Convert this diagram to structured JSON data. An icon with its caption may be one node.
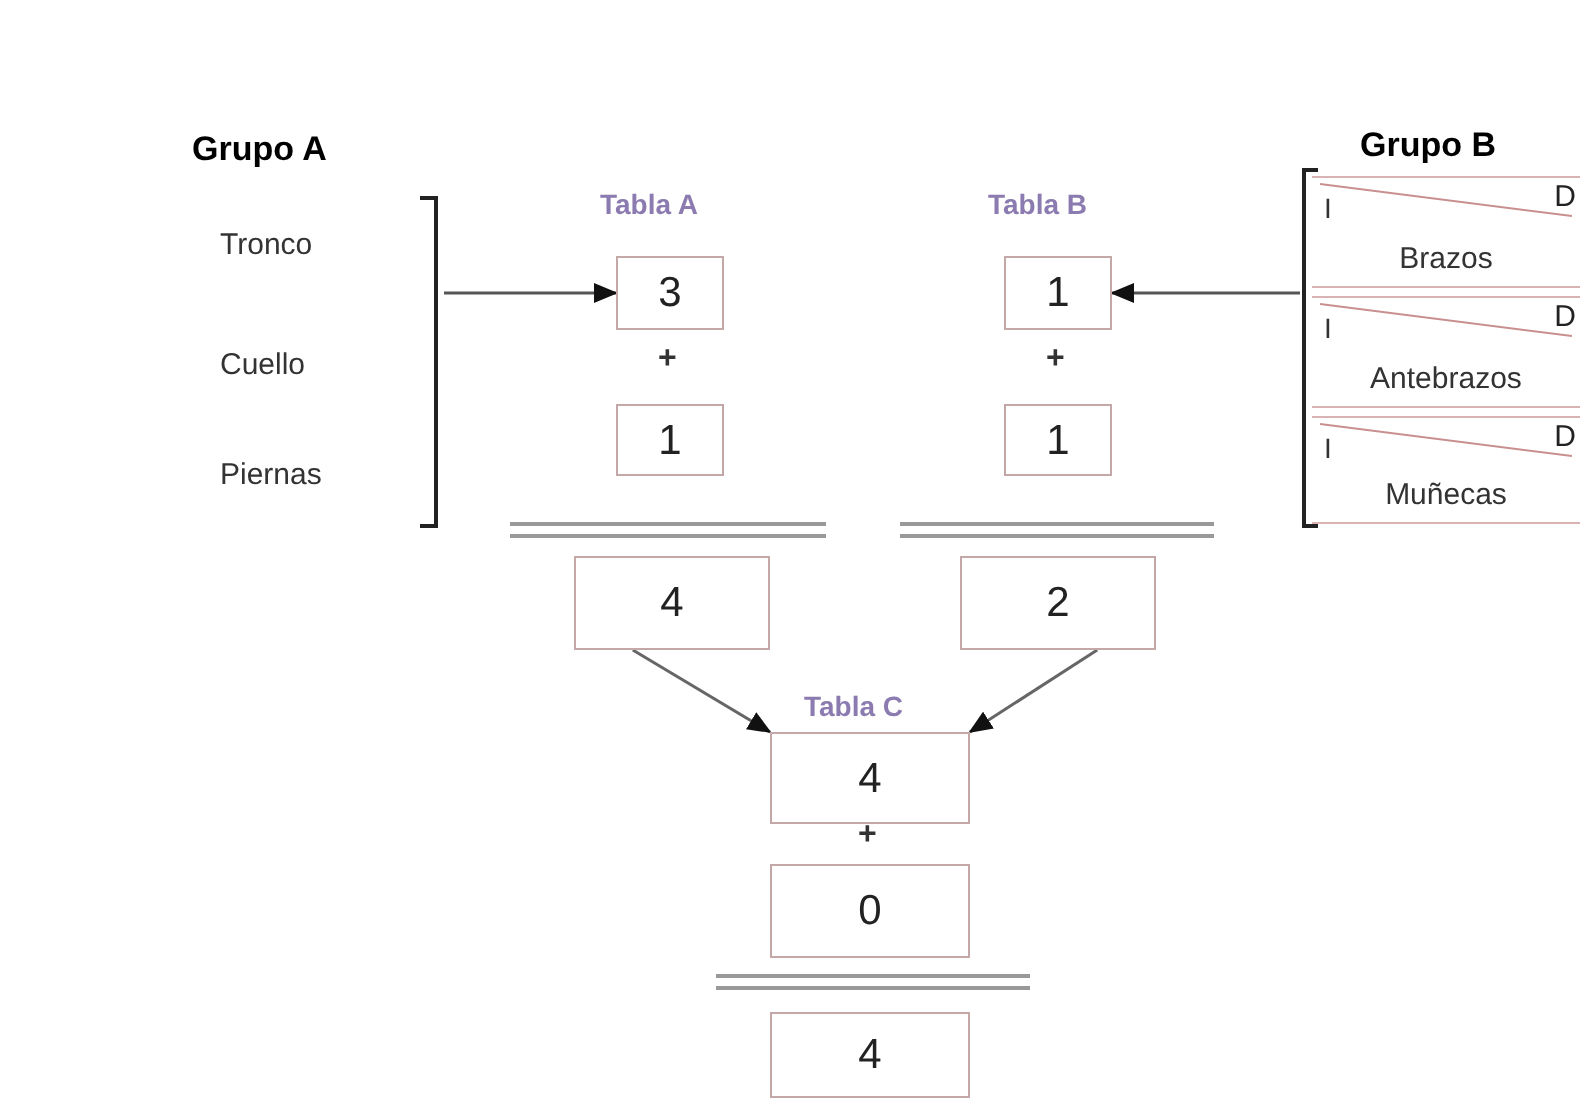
{
  "diagram": {
    "nodes": [
      {
        "text": [
          "Grupo A",
          "Tronco",
          "Cuello",
          "Piernas"
        ]
      },
      {
        "text": [
          "3"
        ]
      },
      {
        "text": [
          "1"
        ]
      },
      {
        "text": [
          "4"
        ]
      },
      {
        "text": [
          "1"
        ]
      },
      {
        "text": [
          "1"
        ]
      },
      {
        "text": [
          "2"
        ]
      },
      {
        "text": [
          "Grupo B"
        ]
      },
      {
        "text": [
          "I",
          "D",
          "Brazos"
        ],
        "in": 7
      },
      {
        "text": [
          "I",
          "D",
          "Antebrazos"
        ],
        "in": 7
      },
      {
        "text": [
          "I",
          "D",
          "Muñecas"
        ],
        "in": 7
      },
      {
        "text": [
          "4"
        ]
      },
      {
        "text": [
          "0"
        ]
      },
      {
        "text": [
          "4"
        ]
      }
    ],
    "edges": [
      {
        "from": 0,
        "to": 1,
        "arrow": "to"
      },
      {
        "from": 7,
        "to": 4,
        "arrow": "to"
      },
      {
        "from": 3,
        "to": 11,
        "arrow": "to"
      },
      {
        "from": 6,
        "to": 11,
        "arrow": "to"
      }
    ],
    "labels": [
      "Tabla A",
      "Tabla B",
      "+",
      "+",
      "Tabla C",
      "+"
    ]
  }
}
